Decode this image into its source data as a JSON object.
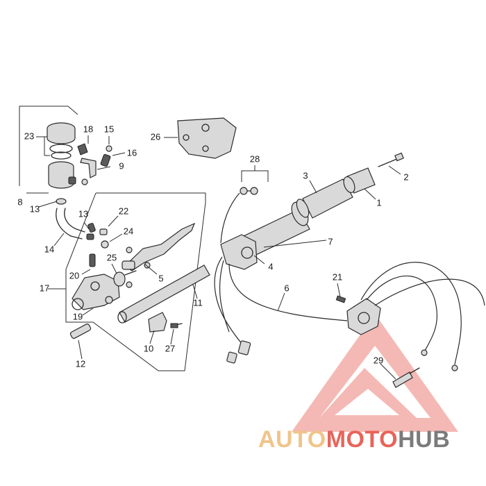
{
  "callouts": [
    "1",
    "2",
    "3",
    "4",
    "5",
    "6",
    "7",
    "8",
    "9",
    "10",
    "11",
    "12",
    "13",
    "13",
    "14",
    "15",
    "16",
    "17",
    "18",
    "19",
    "20",
    "21",
    "22",
    "23",
    "24",
    "25",
    "26",
    "27",
    "28",
    "29"
  ],
  "watermark": {
    "part1": "AUTO",
    "part2": "MOTO",
    "part3": "HUB",
    "colors": {
      "auto": "#f0c48a",
      "moto": "#e8645a",
      "hub": "#7b7b7b",
      "triangle": "#e8645a"
    }
  }
}
